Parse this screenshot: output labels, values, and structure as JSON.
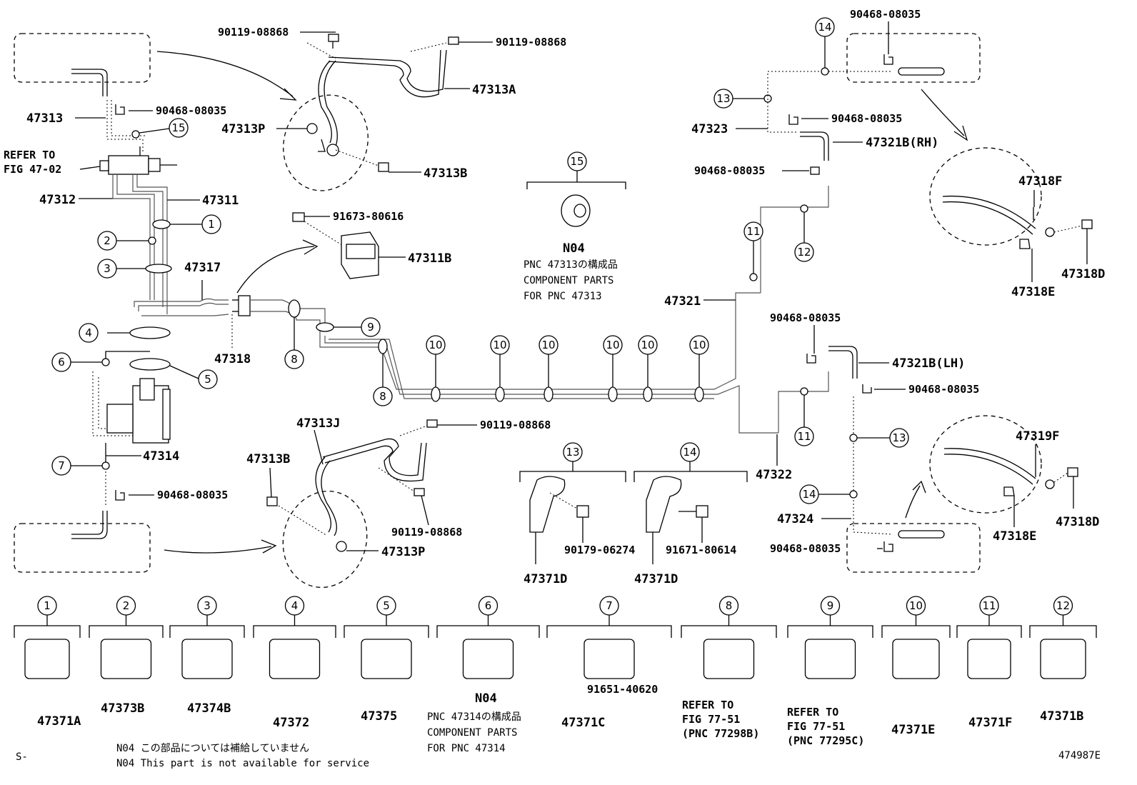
{
  "parts": {
    "p47313": "47313",
    "p47313_clip": "90468-08035",
    "p15_top": "15",
    "refer_fig_1": "REFER TO",
    "refer_fig_2": "FIG 47-02",
    "p47312": "47312",
    "p47311": "47311",
    "bolt_top_left": "90119-08868",
    "bolt_top_right": "90119-08868",
    "p47313a": "47313A",
    "p47313p_top": "47313P",
    "p47313b_top": "47313B",
    "p91673": "91673-80616",
    "p47311b": "47311B",
    "p47317": "47317",
    "p47318": "47318",
    "p47314": "47314",
    "p47313_bottom_clip": "90468-08035",
    "p47313j": "47313J",
    "p47313b_bottom": "47313B",
    "bolt_mid_right": "90119-08868",
    "bolt_mid_bottom": "90119-08868",
    "p47313p_bottom": "47313P",
    "n15_label": "15",
    "n04_a": "N04",
    "pnc_47313_jp": "PNC 47313の構成品",
    "pnc_47313_comp": "COMPONENT PARTS",
    "pnc_47313_for": "FOR PNC 47313",
    "p47321": "47321",
    "p47323": "47323",
    "clip_rh_top": "90468-08035",
    "clip_rh_mid": "90468-08035",
    "clip_rh_bot": "90468-08035",
    "p47321b_rh": "47321B(RH)",
    "p47318f": "47318F",
    "p47318d_top": "47318D",
    "p47318e_top": "47318E",
    "clip_lh_top": "90468-08035",
    "p47321b_lh": "47321B(LH)",
    "clip_lh_right": "90468-08035",
    "p47322": "47322",
    "p47324": "47324",
    "clip_lh_bottom": "90468-08035",
    "p47319f": "47319F",
    "p47318e_bottom": "47318E",
    "p47318d_bottom": "47318D",
    "g13_label": "13",
    "g14_label": "14",
    "p90179": "90179-06274",
    "p91671": "91671-80614",
    "p47371d_a": "47371D",
    "p47371d_b": "47371D"
  },
  "callouts": [
    "1",
    "2",
    "3",
    "4",
    "5",
    "6",
    "7",
    "8",
    "8",
    "9",
    "10",
    "10",
    "10",
    "10",
    "10",
    "10",
    "11",
    "11",
    "12",
    "13",
    "13",
    "14",
    "14",
    "15"
  ],
  "legend": [
    {
      "num": "1",
      "part": "47371A"
    },
    {
      "num": "2",
      "part": "47373B"
    },
    {
      "num": "3",
      "part": "47374B"
    },
    {
      "num": "4",
      "part": "47372"
    },
    {
      "num": "5",
      "part": "47375"
    },
    {
      "num": "6",
      "part": "N04"
    },
    {
      "num": "7",
      "part": "47371C"
    },
    {
      "num": "8",
      "part": "REFER TO"
    },
    {
      "num": "9",
      "part": "REFER TO"
    },
    {
      "num": "10",
      "part": "47371E"
    },
    {
      "num": "11",
      "part": "47371F"
    },
    {
      "num": "12",
      "part": "47371B"
    }
  ],
  "legend_notes": {
    "pnc_47314_jp": "PNC 47314の構成品",
    "pnc_47314_comp": "COMPONENT PARTS",
    "pnc_47314_for": "FOR PNC 47314",
    "bolt_91651": "91651-40620",
    "fig8_a": "FIG 77-51",
    "fig8_b": "(PNC 77298B)",
    "fig9_a": "FIG 77-51",
    "fig9_b": "(PNC 77295C)"
  },
  "footer": {
    "note_jp": "N04 この部品については補給していません",
    "note_en": "N04 This part is not available for service",
    "left_mark": "S-",
    "fig_id": "474987E"
  }
}
